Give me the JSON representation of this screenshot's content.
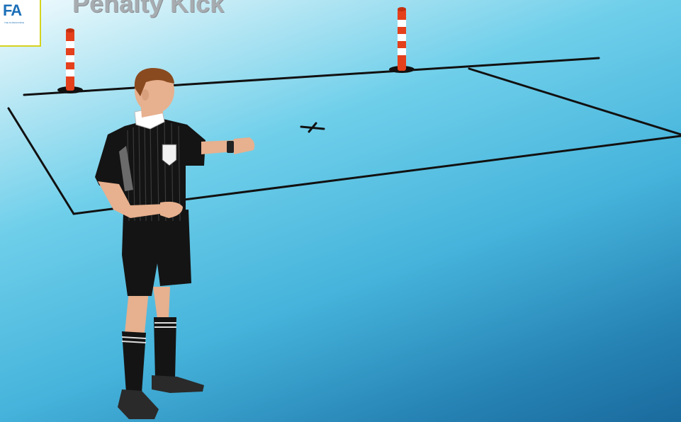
{
  "slide": {
    "title": "Penalty Kick",
    "logo": {
      "mark": "FA",
      "subtitle": "THE FA RESOURCE"
    },
    "colors": {
      "field_line": "#111111",
      "post_red": "#e4401c",
      "post_white": "#ffffff",
      "kit": "#141414",
      "skin": "#e7b08e",
      "hair": "#8a4a1f"
    }
  }
}
